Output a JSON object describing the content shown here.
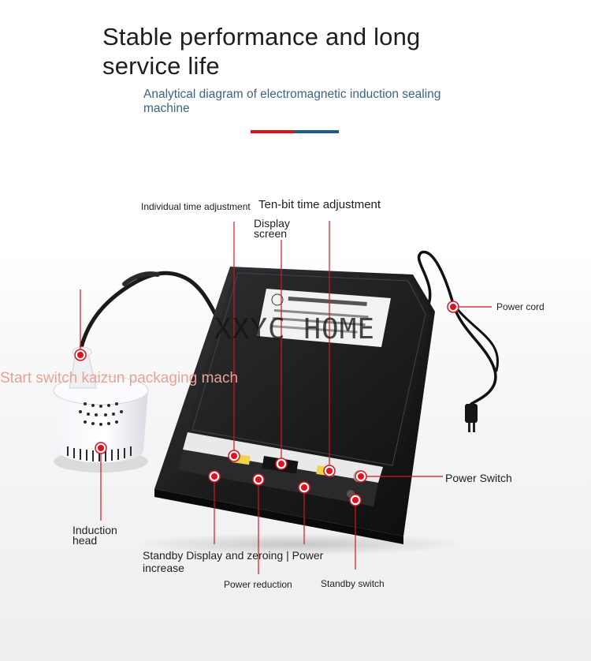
{
  "header": {
    "title": "Stable performance and long service life",
    "subtitle": "Analytical diagram of electromagnetic induction sealing machine"
  },
  "colors": {
    "accent_red": "#d8141f",
    "accent_blue": "#1f5b8f",
    "marker": "#e2101c",
    "overlay_text": "#e8a394"
  },
  "labels": {
    "individual_time": "Individual time adjustment",
    "ten_bit_time": "Ten-bit time adjustment",
    "display_screen": "Display screen",
    "power_cord": "Power cord",
    "power_switch": "Power Switch",
    "induction_head": "Induction head",
    "standby_display": "Standby Display and zeroing | Power increase",
    "power_reduction": "Power reduction",
    "standby_switch": "Standby switch"
  },
  "overlay_text": "Start switch kaizun packaging mach",
  "watermark": "XXYC HOME"
}
